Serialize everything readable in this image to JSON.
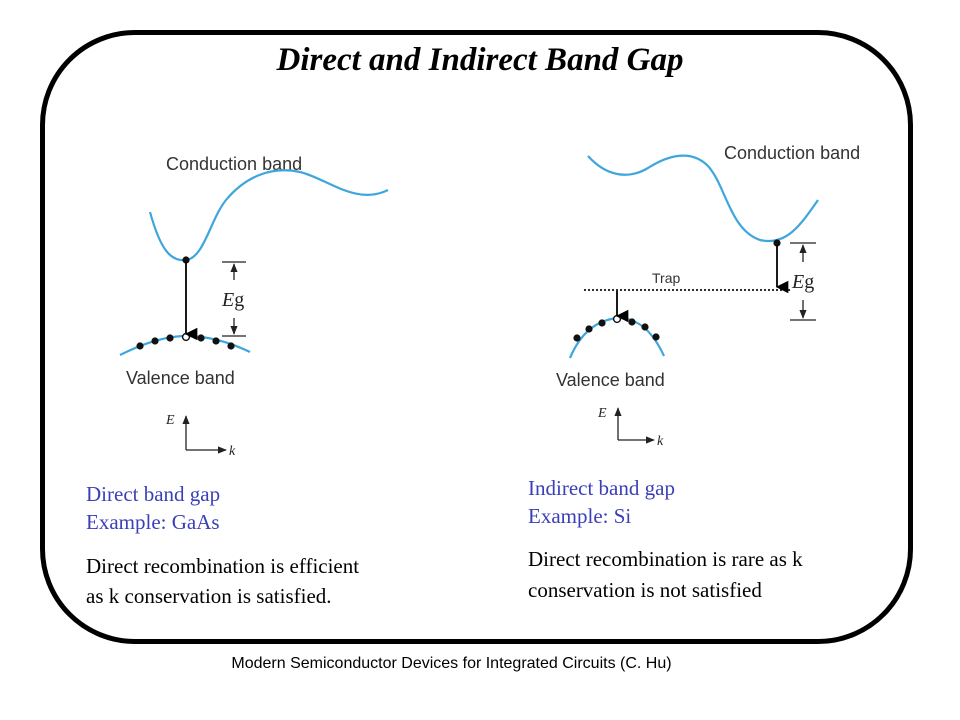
{
  "title": "Direct and Indirect Band Gap",
  "footer": "Modern Semiconductor Devices for Integrated Circuits (C. Hu)",
  "colors": {
    "curve": "#3ea6dc",
    "caption": "#3a3fb8",
    "frame": "#000000"
  },
  "direct": {
    "conduction_label": "Conduction band",
    "valence_label": "Valence band",
    "eg_label": "E",
    "eg_sub": "g",
    "axis_e": "E",
    "axis_k": "k",
    "caption_1": "Direct band gap",
    "caption_2": "Example: GaAs",
    "note_1": "Direct recombination is efficient",
    "note_2": "as k conservation is satisfied."
  },
  "indirect": {
    "conduction_label": "Conduction band",
    "valence_label": "Valence band",
    "trap_label": "Trap",
    "eg_label": "E",
    "eg_sub": "g",
    "axis_e": "E",
    "axis_k": "k",
    "caption_1": "Indirect band gap",
    "caption_2": "Example: Si",
    "note_1": "Direct recombination is rare as k",
    "note_2": "conservation is not satisfied"
  }
}
